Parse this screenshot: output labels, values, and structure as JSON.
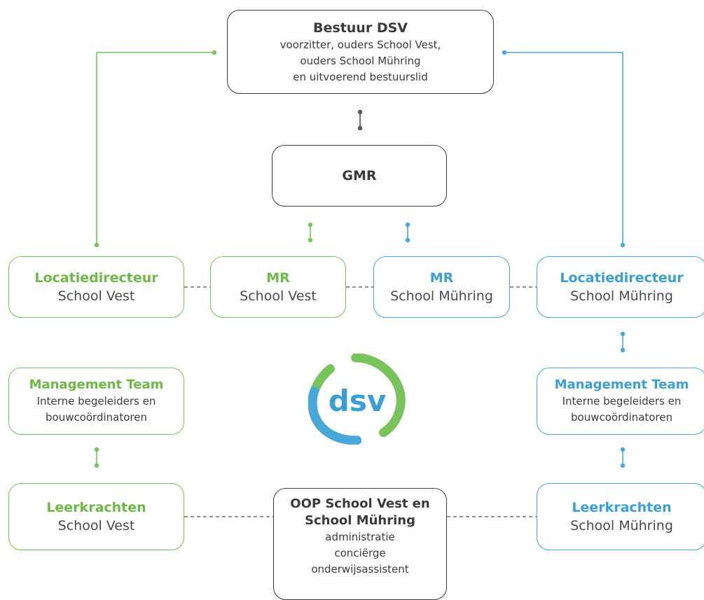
{
  "colors": {
    "green": "#78c35a",
    "blue": "#46a8d8",
    "dark": "#3a3a3a"
  },
  "logo": {
    "text": "dsv",
    "icon": "dsv-logo-icon"
  },
  "boxes": {
    "bestuur": {
      "title": "Bestuur DSV",
      "lines": [
        "voorzitter, ouders School Vest,",
        "ouders School Mühring",
        "en uitvoerend bestuurslid"
      ]
    },
    "gmr": {
      "title": "GMR"
    },
    "locatie_vest": {
      "title": "Locatiedirecteur",
      "sub": "School Vest"
    },
    "mr_vest": {
      "title": "MR",
      "sub": "School Vest"
    },
    "mr_muhring": {
      "title": "MR",
      "sub": "School Mühring"
    },
    "locatie_muhring": {
      "title": "Locatiedirecteur",
      "sub": "School Mühring"
    },
    "mt_vest": {
      "title": "Management Team",
      "lines": [
        "Interne begeleiders en",
        "bouwcoördinatoren"
      ]
    },
    "mt_muhring": {
      "title": "Management Team",
      "lines": [
        "Interne begeleiders en",
        "bouwcoördinatoren"
      ]
    },
    "leer_vest": {
      "title": "Leerkrachten",
      "sub": "School Vest"
    },
    "leer_muhring": {
      "title": "Leerkrachten",
      "sub": "School Mühring"
    },
    "oop": {
      "title_lines": [
        "OOP School Vest en",
        "School Mühring"
      ],
      "lines": [
        "administratie",
        "conciërge",
        "onderwijsassistent"
      ]
    }
  }
}
